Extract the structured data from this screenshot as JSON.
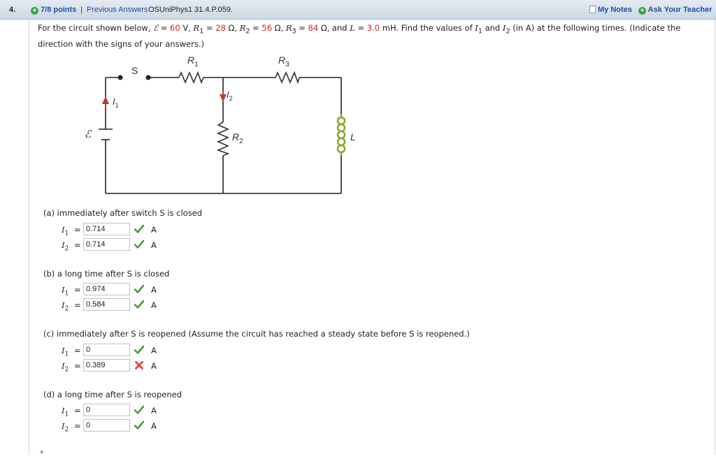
{
  "header": {
    "question_number": "4.",
    "points": "7/8 points",
    "separator": "|",
    "previous_answers": "Previous Answers",
    "assignment_id": "OSUniPhys1 31.4.P.059.",
    "my_notes": "My Notes",
    "ask_teacher": "Ask Your Teacher"
  },
  "problem": {
    "t1": "For the circuit shown below, ",
    "emf_sym": "ℰ",
    "t2": " = ",
    "emf_val": "60",
    "t3": " V, ",
    "r1_sym": "R",
    "r1_sub": "1",
    "t4": " = ",
    "r1_val": "28",
    "t5": " Ω, ",
    "r2_sym": "R",
    "r2_sub": "2",
    "t6": " = ",
    "r2_val": "56",
    "t7": " Ω, ",
    "r3_sym": "R",
    "r3_sub": "3",
    "t8": " = ",
    "r3_val": "84",
    "t9": " Ω, and ",
    "l_sym": "L",
    "t10": " = ",
    "l_val": "3.0",
    "t11": " mH. Find the values of ",
    "i1_sym": "I",
    "i1_sub": "1",
    "t12": " and ",
    "i2_sym": "I",
    "i2_sub": "2",
    "t13": " (in A) at the following times. (Indicate the direction with the signs of your answers.)"
  },
  "circuit": {
    "switch_label": "S",
    "r1_label": "R",
    "r1_sub": "1",
    "r3_label": "R",
    "r3_sub": "3",
    "r2_label": "R",
    "r2_sub": "2",
    "i1_label": "I",
    "i1_sub": "1",
    "i2_label": "I",
    "i2_sub": "2",
    "emf_label": "ℰ",
    "l_label": "L",
    "colors": {
      "wire": "#222222",
      "arrow": "#c0392b",
      "inductor": "#8aa832",
      "resistor": "#333333"
    }
  },
  "parts": [
    {
      "label": "(a)   immediately after switch S is closed",
      "rows": [
        {
          "var": "I",
          "sub": "1",
          "eq": "=",
          "value": "0.714",
          "status": "correct",
          "unit": "A"
        },
        {
          "var": "I",
          "sub": "2",
          "eq": "=",
          "value": "0.714",
          "status": "correct",
          "unit": "A"
        }
      ]
    },
    {
      "label": "(b)   a long time after S is closed",
      "rows": [
        {
          "var": "I",
          "sub": "1",
          "eq": "=",
          "value": "0.974",
          "status": "correct",
          "unit": "A"
        },
        {
          "var": "I",
          "sub": "2",
          "eq": "=",
          "value": "0.584",
          "status": "correct",
          "unit": "A"
        }
      ]
    },
    {
      "label": "(c)   immediately after S is reopened (Assume the circuit has reached a steady state before S is reopened.)",
      "rows": [
        {
          "var": "I",
          "sub": "1",
          "eq": "=",
          "value": "0",
          "status": "correct",
          "unit": "A"
        },
        {
          "var": "I",
          "sub": "2",
          "eq": "=",
          "value": "0.389",
          "status": "incorrect",
          "unit": "A"
        }
      ]
    },
    {
      "label": "(d)   a long time after S is reopened",
      "rows": [
        {
          "var": "I",
          "sub": "1",
          "eq": "=",
          "value": "0",
          "status": "correct",
          "unit": "A"
        },
        {
          "var": "I",
          "sub": "2",
          "eq": "=",
          "value": "0",
          "status": "correct",
          "unit": "A"
        }
      ]
    }
  ],
  "footer_mark": "+"
}
